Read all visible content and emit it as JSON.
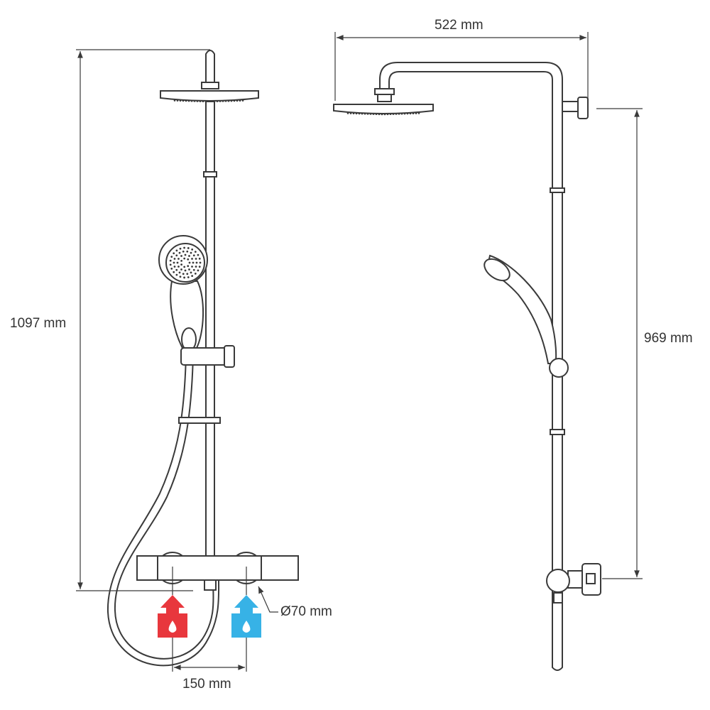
{
  "dimensions": {
    "total_height_left": "1097 mm",
    "arm_projection": "522 mm",
    "bracket_height_right": "969 mm",
    "inlet_centers": "150 mm",
    "escutcheon_diameter": "Ø70 mm"
  },
  "colors": {
    "hot": "#e8373d",
    "cold": "#37b2e6",
    "line": "#3a3a3a"
  },
  "icons": {
    "hot_inlet": "hot-water-inlet-icon",
    "cold_inlet": "cold-water-inlet-icon"
  }
}
